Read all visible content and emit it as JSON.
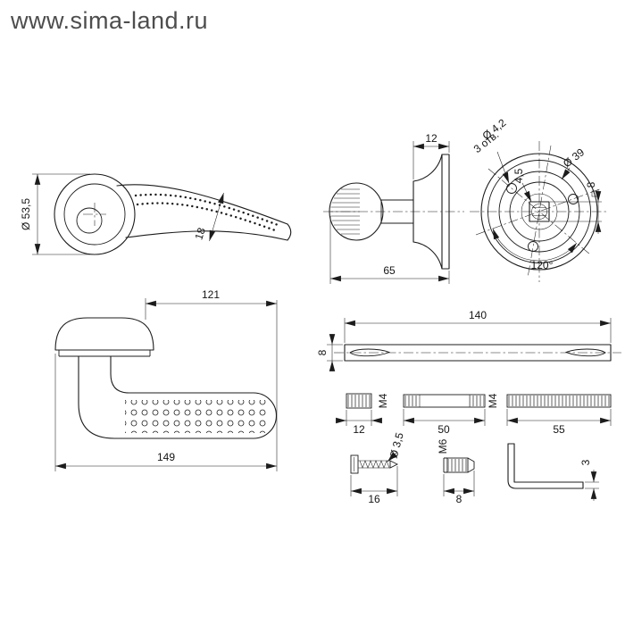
{
  "watermark": "www.sima-land.ru",
  "colors": {
    "line": "#1c1c1c",
    "watermark": "#4d4d4d",
    "background": "#ffffff"
  },
  "drawing": {
    "side": {
      "diameter": "Ø 53,5",
      "thickness": "18"
    },
    "profile": {
      "depth": "12",
      "length": "65"
    },
    "front": {
      "holes_dia": "Ø 4,2",
      "holes_note": "3 отв.",
      "circle_dia": "Ø 39",
      "center_dim": "4,5",
      "square_dim": "8",
      "angle": "120°"
    },
    "plan": {
      "grip_length": "121",
      "total_length": "149"
    },
    "spindle": {
      "length": "140",
      "square": "8"
    },
    "fasteners": {
      "stud_length": "12",
      "stud_thread": "M4",
      "rod_length": "50",
      "rod_thread": "M4",
      "spring_length": "55"
    },
    "parts": {
      "screw_dia": "Ø 3,5",
      "screw_length": "16",
      "grub_thread": "M6",
      "grub_length": "8",
      "hex_size": "3"
    }
  }
}
